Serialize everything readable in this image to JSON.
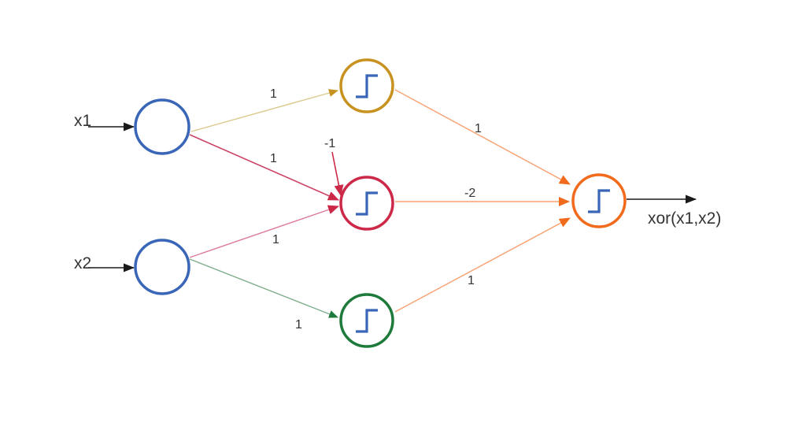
{
  "inputs": {
    "x1_label": "x1",
    "x2_label": "x2"
  },
  "output": {
    "label": "xor(x1,x2)"
  },
  "weights": {
    "x1_to_top": "1",
    "x1_to_mid": "1",
    "x2_to_mid": "1",
    "x2_to_bottom": "1",
    "bias_mid": "-1",
    "top_to_out": "1",
    "mid_to_out": "-2",
    "bottom_to_out": "1"
  },
  "colors": {
    "input_node": "#3a66b8",
    "top_node": "#c89220",
    "mid_node": "#cc2848",
    "bottom_node": "#1e7a3a",
    "output_node": "#f26a1b",
    "step_glyph": "#3a66b8",
    "edge_x1_top": "#d9c98c",
    "edge_x1_mid": "#cc4466",
    "edge_x2_mid": "#dd7a96",
    "edge_x2_bottom": "#7fae8c",
    "edge_hidden_out": "#f7a070",
    "arrow_top": "#c89220",
    "arrow_mid": "#cc2848",
    "arrow_bottom": "#1e7a3a",
    "arrow_out": "#f26a1b",
    "arrow_black": "#1a1a1a"
  },
  "icons": {
    "hidden_activation": "step-function-icon",
    "output_activation": "step-function-icon"
  }
}
